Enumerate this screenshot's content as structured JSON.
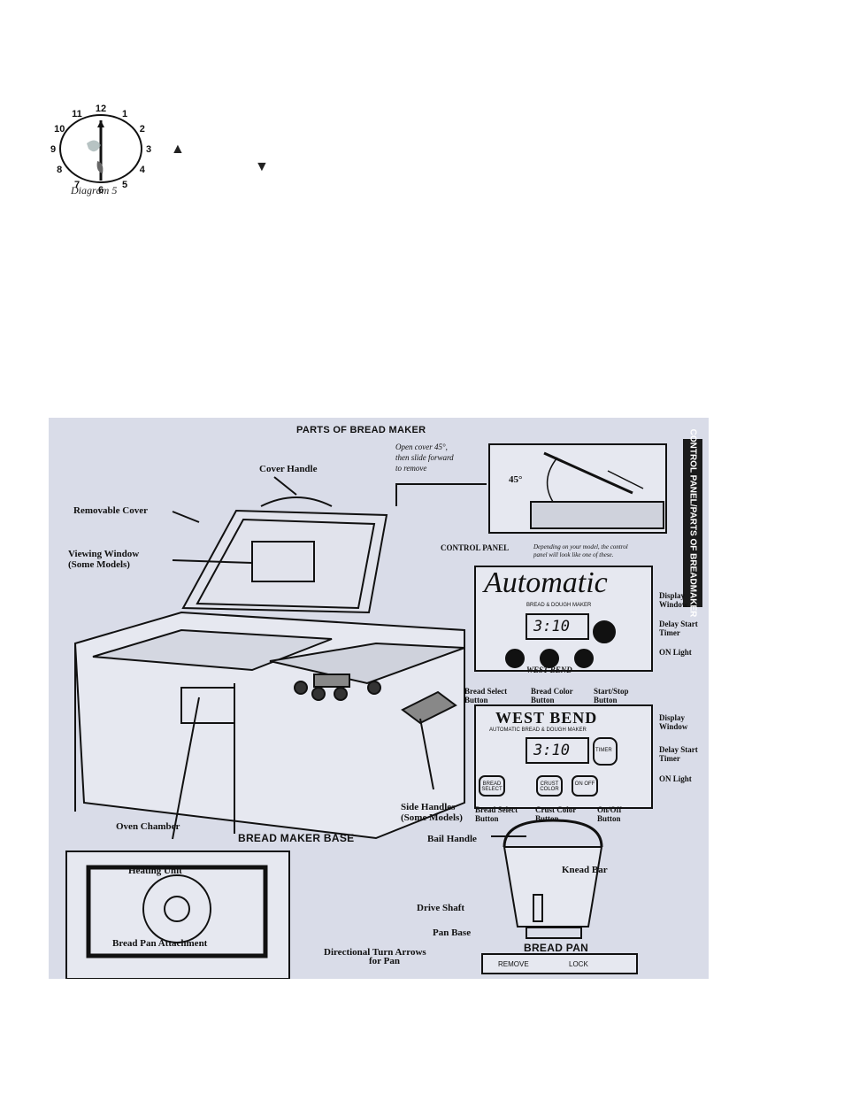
{
  "clock": {
    "numbers": [
      "12",
      "1",
      "2",
      "3",
      "4",
      "5",
      "6",
      "7",
      "8",
      "9",
      "10",
      "11"
    ],
    "caption": "Diagram 5"
  },
  "arrows": {
    "up": "▲",
    "down": "▼"
  },
  "diagram": {
    "title": "PARTS OF BREAD MAKER",
    "side_tab": "CONTROL PANEL/PARTS OF BREADMAKER",
    "cover_note_1": "Open cover 45°,",
    "cover_note_2": "then slide forward",
    "cover_note_3": "to remove",
    "angle": "45°",
    "labels": {
      "cover_handle": "Cover Handle",
      "removable_cover": "Removable Cover",
      "viewing_window_1": "Viewing Window",
      "viewing_window_2": "(Some Models)",
      "control_panel": "CONTROL PANEL",
      "control_note_1": "Depending on your model, the control",
      "control_note_2": "panel will look like one of these.",
      "display_window_1": "Display",
      "display_window_2": "Window",
      "delay_start_1": "Delay Start",
      "delay_start_2": "Timer",
      "on_light": "ON Light",
      "bread_select_1": "Bread Select",
      "bread_select_2": "Button",
      "bread_color_1": "Bread Color",
      "bread_color_2": "Button",
      "start_stop_1": "Start/Stop",
      "start_stop_2": "Button",
      "display_window_b1": "Display",
      "display_window_b2": "Window",
      "delay_start_b1": "Delay Start",
      "delay_start_b2": "Timer",
      "on_light_b": "ON Light",
      "bread_select_b1": "Bread Select",
      "bread_select_b2": "Button",
      "crust_color_1": "Crust Color",
      "crust_color_2": "Button",
      "on_off_1": "On/Off",
      "on_off_2": "Button",
      "side_handles_1": "Side Handles",
      "side_handles_2": "(Some Models)",
      "oven_chamber": "Oven Chamber",
      "base": "BREAD MAKER BASE",
      "bail_handle": "Bail Handle",
      "heating_unit": "Heating Unit",
      "knead_bar": "Knead Bar",
      "drive_shaft": "Drive Shaft",
      "pan_base": "Pan Base",
      "bread_pan_attachment": "Bread Pan Attachment",
      "bread_pan": "BREAD PAN",
      "turn_arrows_1": "Directional Turn Arrows",
      "turn_arrows_2": "for Pan",
      "remove": "REMOVE",
      "lock": "LOCK"
    },
    "panel_a": {
      "brand": "Automatic",
      "sub": "BREAD & DOUGH MAKER",
      "time": "3:10",
      "maker": "WEST BEND"
    },
    "panel_b": {
      "brand": "WEST BEND",
      "sub": "AUTOMATIC BREAD & DOUGH MAKER",
      "time": "3:10",
      "btn1": "BREAD SELECT",
      "btn2": "CRUST COLOR",
      "btn3": "ON OFF",
      "timer": "TIMER"
    }
  }
}
